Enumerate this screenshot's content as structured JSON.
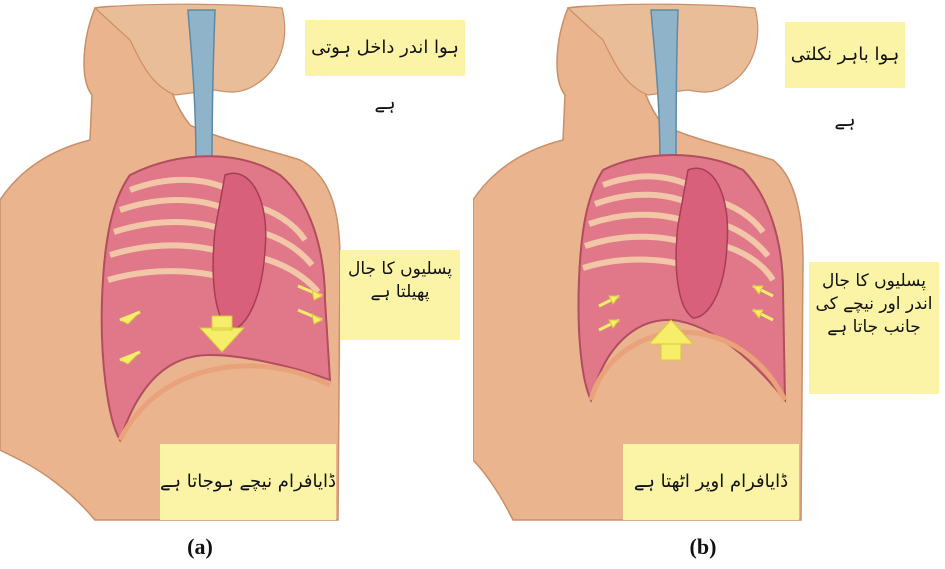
{
  "panel_a": {
    "caption": "(a)",
    "air_label": "ہوا اندر داخل ہوتی ہے",
    "ribs_label_line1": "پسلیوں کا جال",
    "ribs_label_line2": "پھیلتا ہے",
    "diaphragm_label": "ڈایافرام نیچے ہوجاتا ہے"
  },
  "panel_b": {
    "caption": "(b)",
    "air_label": "ہوا باہر نکلتی ہے",
    "ribs_label_line1": "پسلیوں کا جال",
    "ribs_label_line2": "اندر اور نیچے کی",
    "ribs_label_line3": "جانب جاتا ہے",
    "diaphragm_label": "ڈایافرام اوپر اٹھتا ہے"
  },
  "colors": {
    "skin": "#e9b48e",
    "lung": "#e07889",
    "label_bg": "#fbf4a6",
    "arrow": "#f6ee6a",
    "trachea": "#8fb3c9"
  }
}
